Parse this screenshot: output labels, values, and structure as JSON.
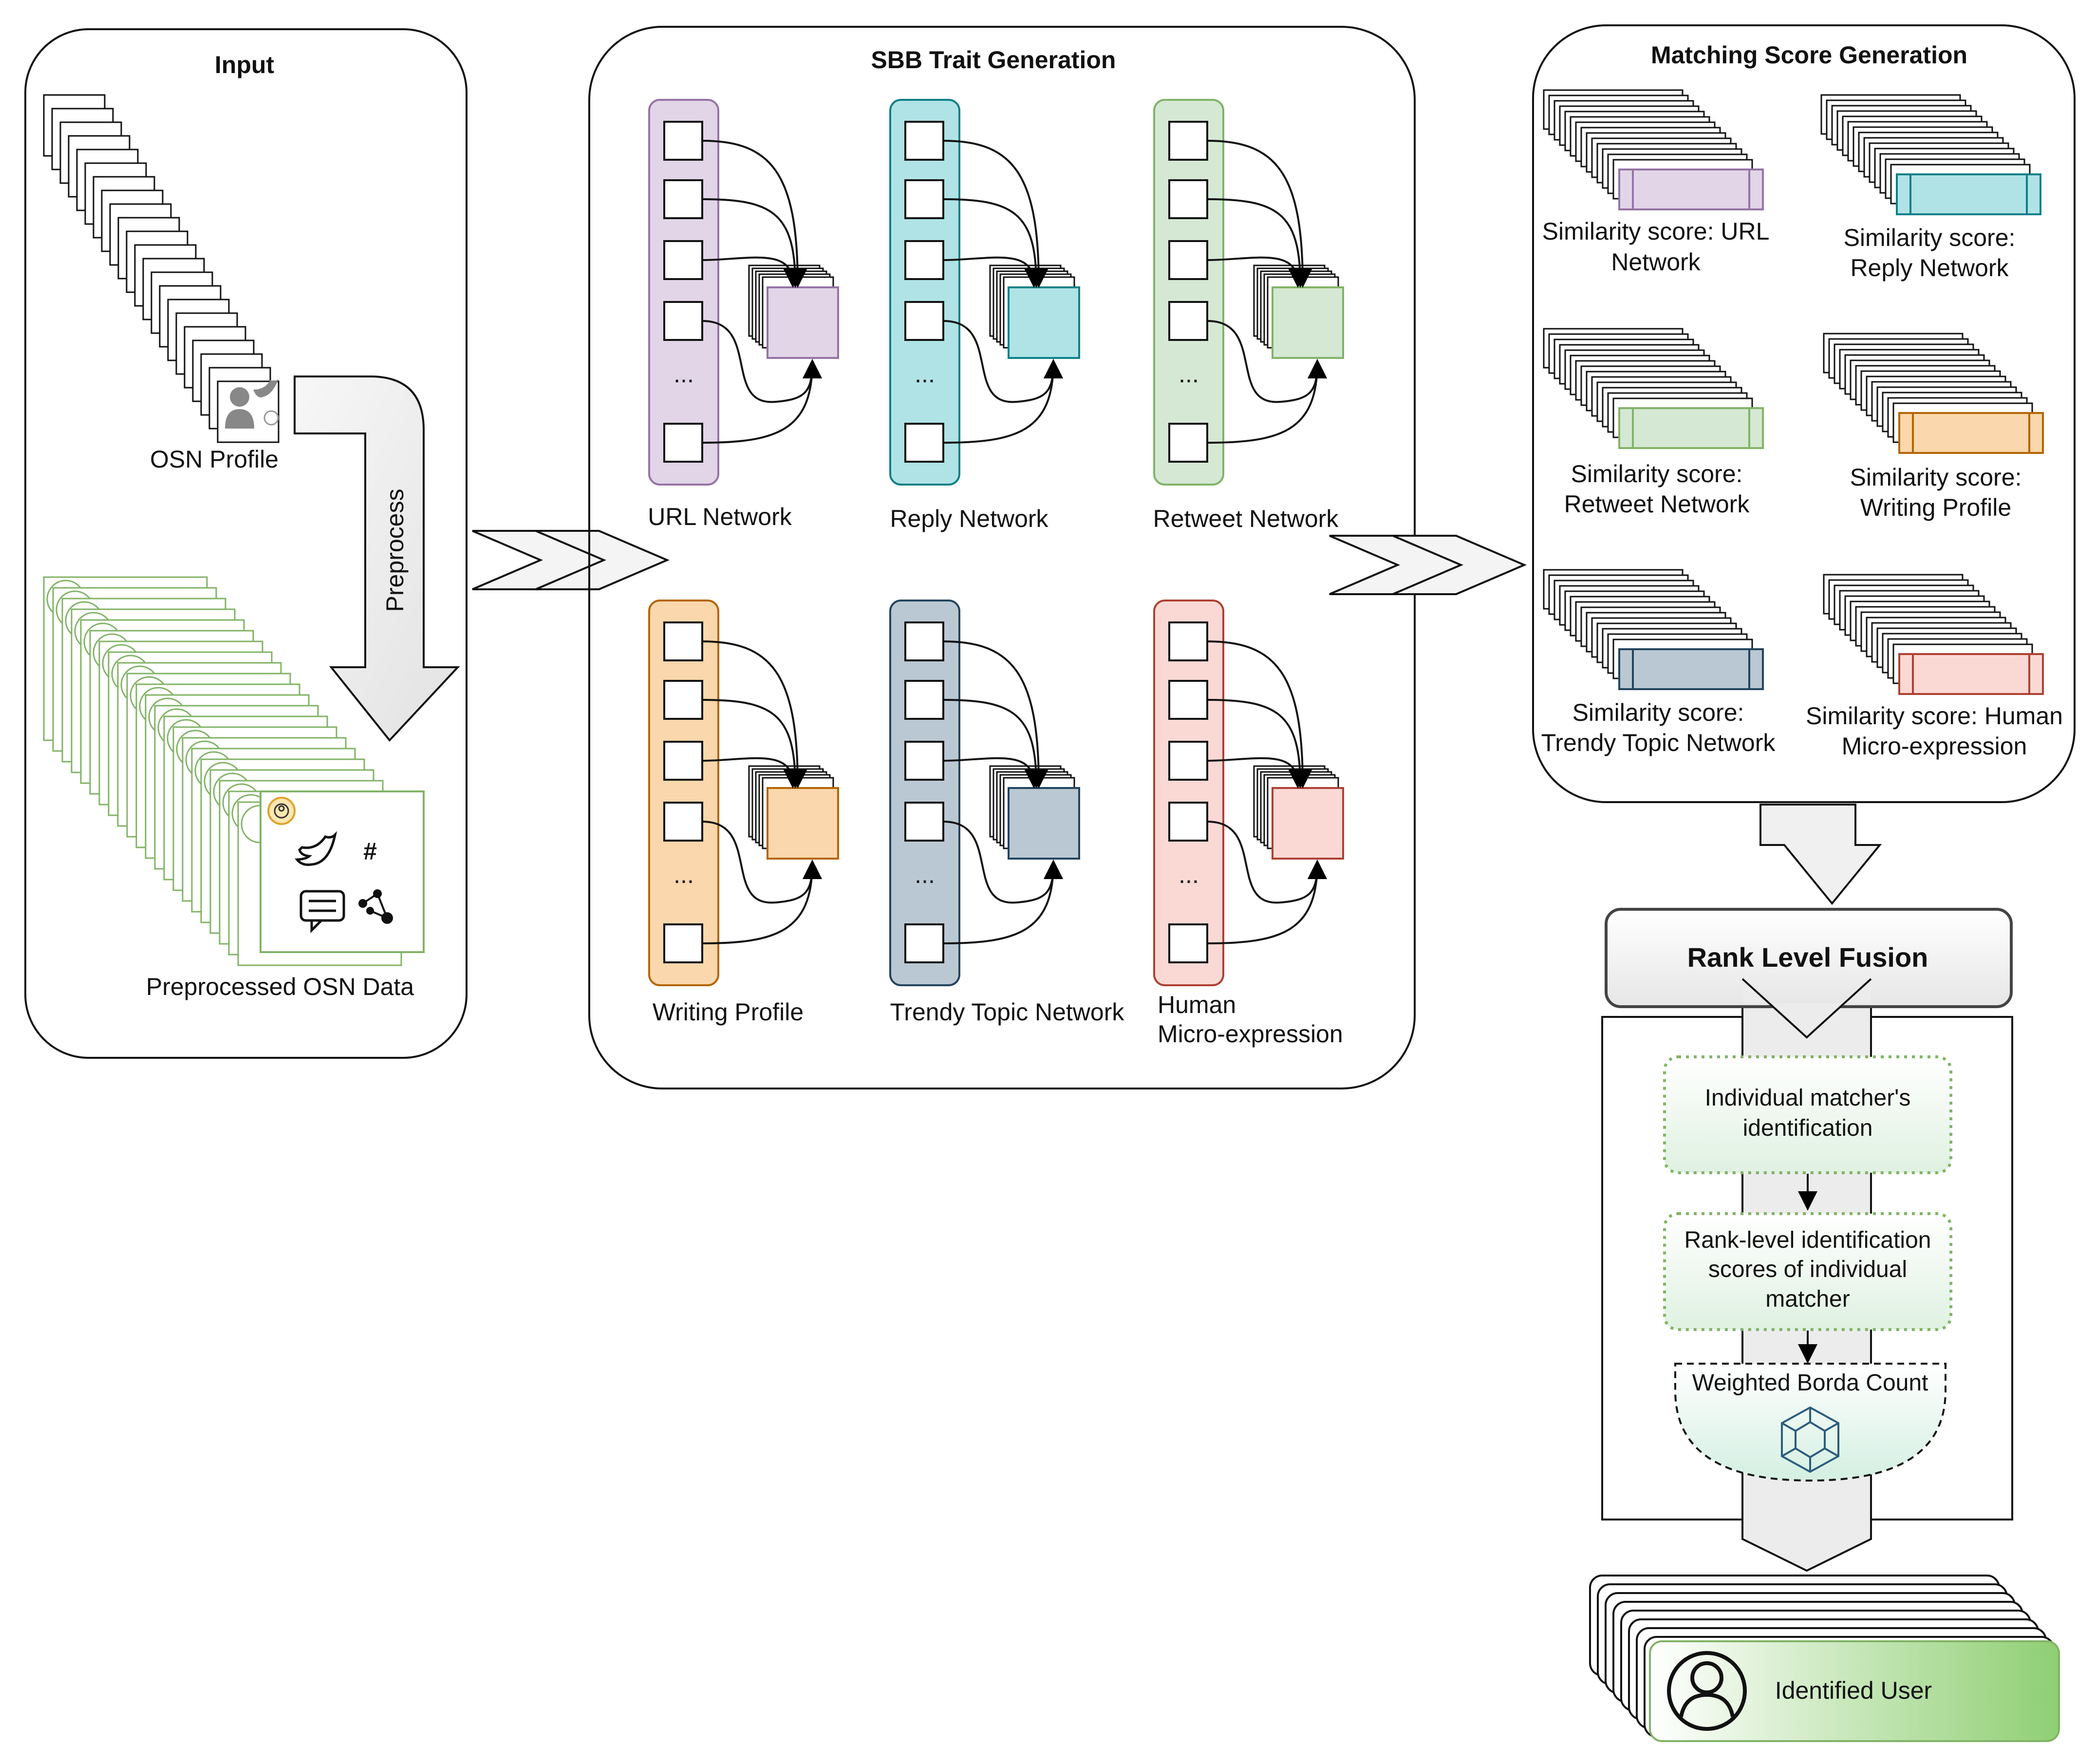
{
  "panels": {
    "input": {
      "title": "Input",
      "osn_profile_label": "OSN Profile",
      "preprocessed_label": "Preprocessed OSN Data",
      "preprocess_arrow_label": "Preprocess",
      "icons": [
        "user-silhouette-icon",
        "twitter-bird-icon",
        "speech-bubble-icon",
        "hashtag-icon",
        "chat-icon",
        "network-graph-icon",
        "profile-badge-icon"
      ]
    },
    "sbb": {
      "title": "SBB Trait Generation",
      "networks": [
        {
          "label": "URL Network",
          "color": "#e1d5e7",
          "border": "#9673a6",
          "ellipsis": "..."
        },
        {
          "label": "Reply Network",
          "color": "#b0e3e6",
          "border": "#0e8088",
          "ellipsis": "..."
        },
        {
          "label": "Retweet Network",
          "color": "#d5e8d4",
          "border": "#82b366",
          "ellipsis": "..."
        },
        {
          "label": "Writing Profile",
          "color": "#fad7ac",
          "border": "#b46504",
          "ellipsis": "..."
        },
        {
          "label": "Trendy Topic Network",
          "color": "#bac8d3",
          "border": "#23445d",
          "ellipsis": "..."
        },
        {
          "label_line1": "Human",
          "label_line2": "Micro-expression",
          "color": "#fad9d5",
          "border": "#ae4132",
          "ellipsis": "..."
        }
      ]
    },
    "matching": {
      "title": "Matching Score Generation",
      "scores": [
        {
          "line1": "Similarity score: URL",
          "line2": "Network",
          "color": "#e1d5e7",
          "border": "#9673a6"
        },
        {
          "line1": "Similarity score:",
          "line2": "Reply Network",
          "color": "#b0e3e6",
          "border": "#0e8088"
        },
        {
          "line1": "Similarity score:",
          "line2": "Retweet Network",
          "color": "#d5e8d4",
          "border": "#82b366"
        },
        {
          "line1": "Similarity score:",
          "line2": "Writing Profile",
          "color": "#fad7ac",
          "border": "#b46504"
        },
        {
          "line1": "Similarity score:",
          "line2": "Trendy Topic Network",
          "color": "#bac8d3",
          "border": "#23445d"
        },
        {
          "line1": "Similarity score: Human",
          "line2": "Micro-expression",
          "color": "#fad9d5",
          "border": "#ae4132"
        }
      ]
    },
    "fusion": {
      "title": "Rank Level Fusion",
      "step1_line1": "Individual matcher's",
      "step1_line2": "identification",
      "step2_line1": "Rank-level identification",
      "step2_line2": "scores of individual",
      "step2_line3": "matcher",
      "borda_label": "Weighted Borda Count",
      "borda_icon": "polyhedron-icon"
    },
    "output": {
      "label": "Identified User",
      "icon": "user-circle-icon"
    }
  }
}
